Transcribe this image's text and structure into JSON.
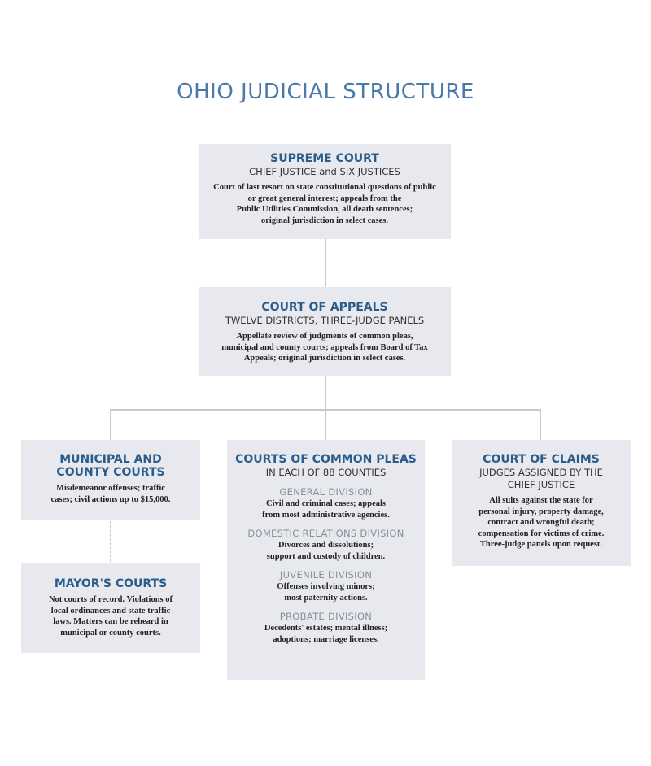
{
  "title": "OHIO JUDICIAL STRUCTURE",
  "supreme": {
    "heading": "SUPREME COURT",
    "sub": "CHIEF JUSTICE and SIX JUSTICES",
    "desc": "Court of last resort on state constitutional questions of public\nor great general interest; appeals from the\nPublic Utilities Commission, all death sentences;\noriginal jurisdiction in select cases."
  },
  "appeals": {
    "heading": "COURT OF APPEALS",
    "sub": "TWELVE DISTRICTS, THREE-JUDGE PANELS",
    "desc": "Appellate review of judgments of common pleas,\nmunicipal and county courts; appeals from Board of Tax\nAppeals; original jurisdiction in select cases."
  },
  "municipal": {
    "heading": "MUNICIPAL AND\nCOUNTY COURTS",
    "desc": "Misdemeanor offenses; traffic\ncases; civil actions up to $15,000."
  },
  "mayors": {
    "heading": "MAYOR'S COURTS",
    "desc": "Not courts of record. Violations of\nlocal ordinances and state traffic\nlaws. Matters can be reheard in\nmunicipal or county courts."
  },
  "common_pleas": {
    "heading": "COURTS OF COMMON PLEAS",
    "sub": "IN EACH OF 88 COUNTIES",
    "divisions": [
      {
        "name": "GENERAL DIVISION",
        "desc": "Civil and criminal cases; appeals\nfrom most administrative agencies."
      },
      {
        "name": "DOMESTIC RELATIONS DIVISION",
        "desc": "Divorces and dissolutions;\nsupport and custody of children."
      },
      {
        "name": "JUVENILE DIVISION",
        "desc": "Offenses involving minors;\nmost paternity actions."
      },
      {
        "name": "PROBATE DIVISION",
        "desc": "Decedents' estates; mental illness;\nadoptions; marriage licenses."
      }
    ]
  },
  "claims": {
    "heading": "COURT OF CLAIMS",
    "sub": "JUDGES ASSIGNED BY THE\nCHIEF JUSTICE",
    "desc": "All suits against the state for\npersonal  injury, property damage,\ncontract and  wrongful death;\ncompensation for victims of crime.\nThree-judge panels upon request."
  }
}
